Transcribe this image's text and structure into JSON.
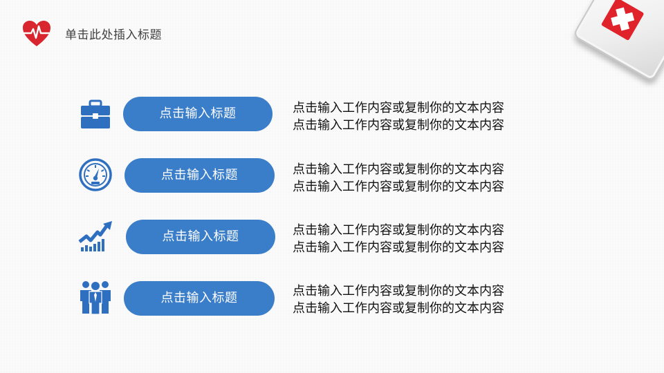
{
  "header": {
    "title": "单击此处插入标题",
    "accent_color": "#d9262e",
    "logo_icon": "heart-pulse-icon"
  },
  "decoration": {
    "first_aid_kit_icon": "first-aid-kit-icon",
    "cross_color": "#e0222b"
  },
  "theme": {
    "pill_color": "#3a7dc9",
    "icon_color": "#2f6fc0"
  },
  "rows": [
    {
      "icon": "briefcase-icon",
      "title": "点击输入标题",
      "lines": [
        "点击输入工作内容或复制你的文本内容",
        "点击输入工作内容或复制你的文本内容"
      ]
    },
    {
      "icon": "speedometer-icon",
      "title": "点击输入标题",
      "lines": [
        "点击输入工作内容或复制你的文本内容",
        "点击输入工作内容或复制你的文本内容"
      ]
    },
    {
      "icon": "growth-chart-icon",
      "title": "点击输入标题",
      "lines": [
        "点击输入工作内容或复制你的文本内容",
        "点击输入工作内容或复制你的文本内容"
      ]
    },
    {
      "icon": "team-icon",
      "title": "点击输入标题",
      "lines": [
        "点击输入工作内容或复制你的文本内容",
        "点击输入工作内容或复制你的文本内容"
      ]
    }
  ]
}
